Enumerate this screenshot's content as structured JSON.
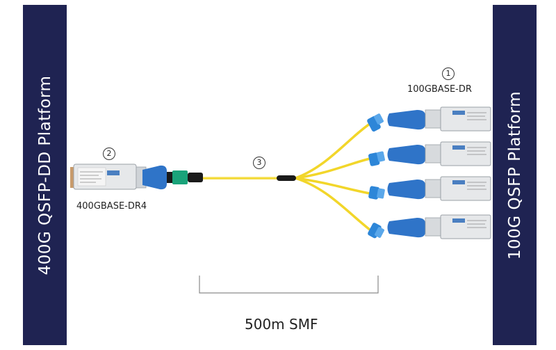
{
  "left_platform": {
    "label": "400G QSFP-DD Platform"
  },
  "right_platform": {
    "label": "100G QSFP Platform"
  },
  "transceiver_400g": {
    "badge": "2",
    "label": "400GBASE-DR4"
  },
  "transceiver_100g": {
    "badge": "1",
    "label": "100GBASE-DR"
  },
  "cable": {
    "badge": "3"
  },
  "distance": {
    "label": "500m SMF"
  },
  "colors": {
    "platform_bg": "#1f2352",
    "fiber": "#f2d62a",
    "latch_blue": "#2f74c8",
    "mpo_green": "#1aa37a",
    "lc_blue": "#2d86d8"
  }
}
